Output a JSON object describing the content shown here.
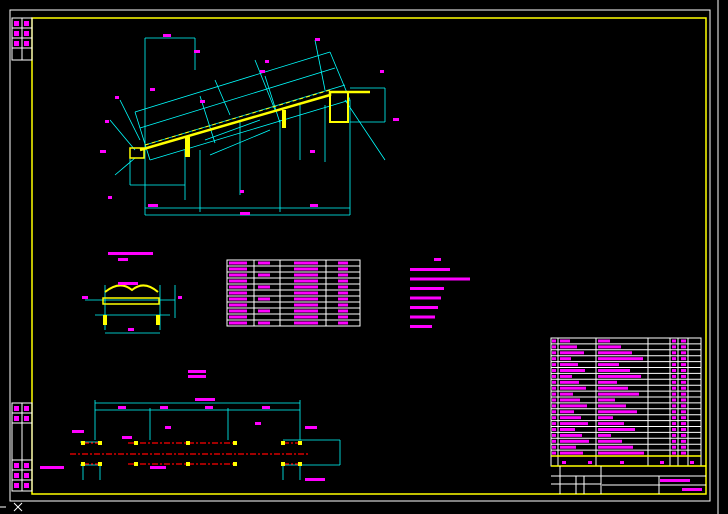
{
  "colors": {
    "background": "#000000",
    "frame": "#ffffff",
    "inner_frame": "#ffff00",
    "dimension": "#00ffff",
    "text": "#ff00ff",
    "belt": "#ffff00",
    "centerline": "#ff0000"
  },
  "drawing": {
    "parameter_table": {
      "rows": 10,
      "columns": 5
    },
    "notes_count": 7,
    "bill_of_materials": {
      "rows": 20,
      "columns": 7
    }
  }
}
